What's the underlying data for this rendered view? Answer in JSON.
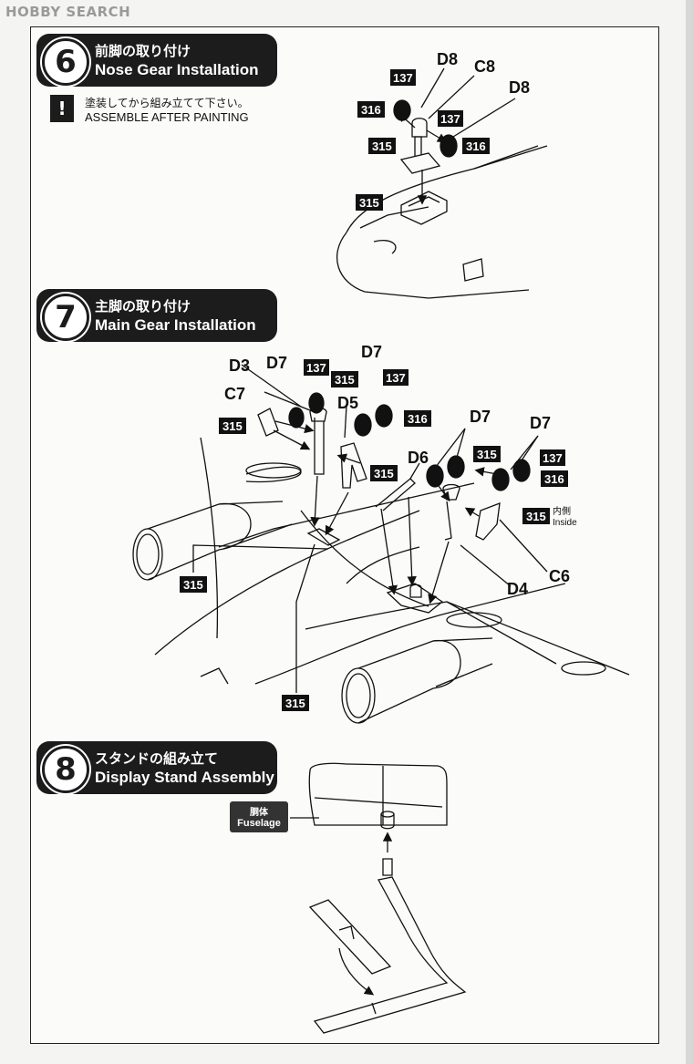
{
  "watermark": "HOBBY SEARCH",
  "steps": [
    {
      "number": "6",
      "title_jp": "前脚の取り付け",
      "title_en": "Nose Gear Installation"
    },
    {
      "number": "7",
      "title_jp": "主脚の取り付け",
      "title_en": "Main Gear Installation"
    },
    {
      "number": "8",
      "title_jp": "スタンドの組み立て",
      "title_en": "Display Stand Assembly"
    }
  ],
  "note": {
    "icon": "!",
    "text_jp": "塗装してから組み立てて下さい。",
    "text_en": "ASSEMBLE AFTER PAINTING"
  },
  "color_codes": {
    "c137": "137",
    "c316": "316",
    "c315": "315"
  },
  "part_labels": {
    "D8": "D8",
    "C8": "C8",
    "D3": "D3",
    "D7": "D7",
    "D5": "D5",
    "C7": "C7",
    "D6": "D6",
    "D4": "D4",
    "C6": "C6"
  },
  "inside": {
    "jp": "内側",
    "en": "Inside"
  },
  "fuselage_tag": {
    "jp": "胴体",
    "en": "Fuselage"
  },
  "colors": {
    "header_bg": "#1c1c1c",
    "line": "#111111",
    "paper": "#fbfbfa"
  }
}
